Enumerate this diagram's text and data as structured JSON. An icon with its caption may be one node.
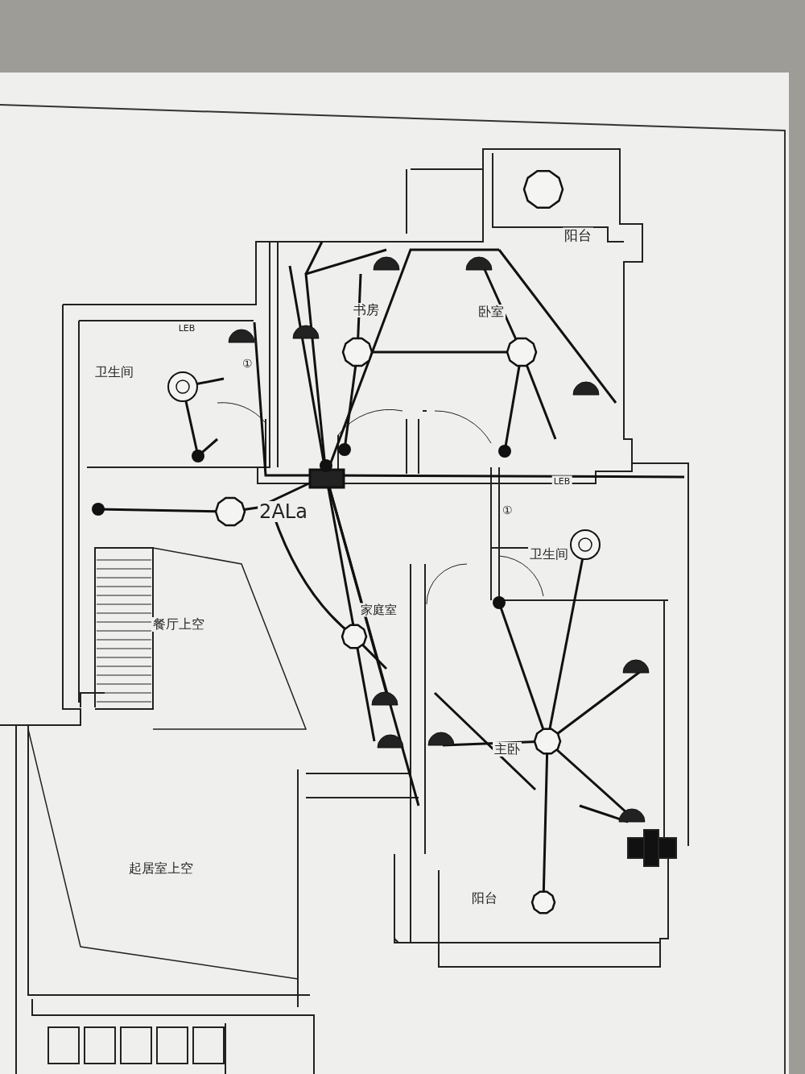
{
  "diagram": {
    "labels": [
      "阳台",
      "书房",
      "卧室",
      "LEB",
      "卫生间",
      "①",
      "2ALa",
      "LEB",
      "①",
      "卫生间",
      "餐厅上空",
      "家庭室",
      "主卧",
      "起居室上空",
      "阳台"
    ]
  }
}
